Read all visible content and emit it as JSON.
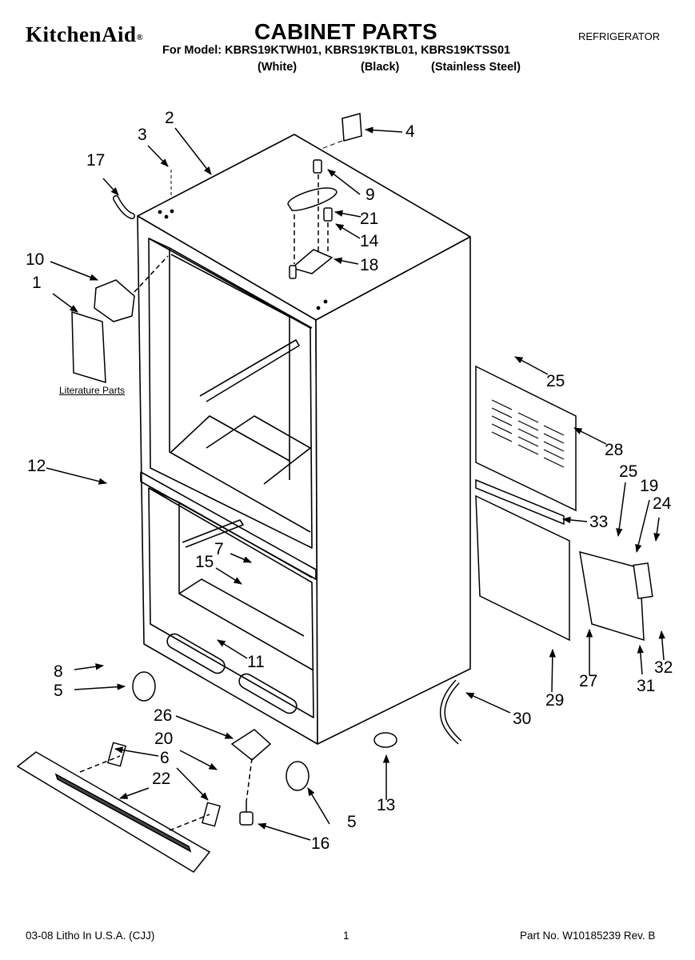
{
  "header": {
    "brand": "KitchenAid",
    "brand_mark": "®",
    "title": "CABINET PARTS",
    "category": "REFRIGERATOR",
    "models_line": "For Model: KBRS19KTWH01, KBRS19KTBL01, KBRS19KTSS01",
    "variants": [
      "(White)",
      "(Black)",
      "(Stainless Steel)"
    ]
  },
  "diagram": {
    "literature_label": "Literature Parts",
    "callouts": [
      "1",
      "2",
      "3",
      "4",
      "5",
      "5",
      "6",
      "7",
      "8",
      "9",
      "10",
      "11",
      "12",
      "13",
      "14",
      "15",
      "16",
      "17",
      "18",
      "19",
      "20",
      "21",
      "22",
      "24",
      "25",
      "25",
      "26",
      "27",
      "28",
      "29",
      "30",
      "31",
      "32",
      "33"
    ]
  },
  "footer": {
    "litho": "03-08 Litho In U.S.A. (CJJ)",
    "page": "1",
    "part_no": "Part No. W10185239 Rev. B"
  }
}
